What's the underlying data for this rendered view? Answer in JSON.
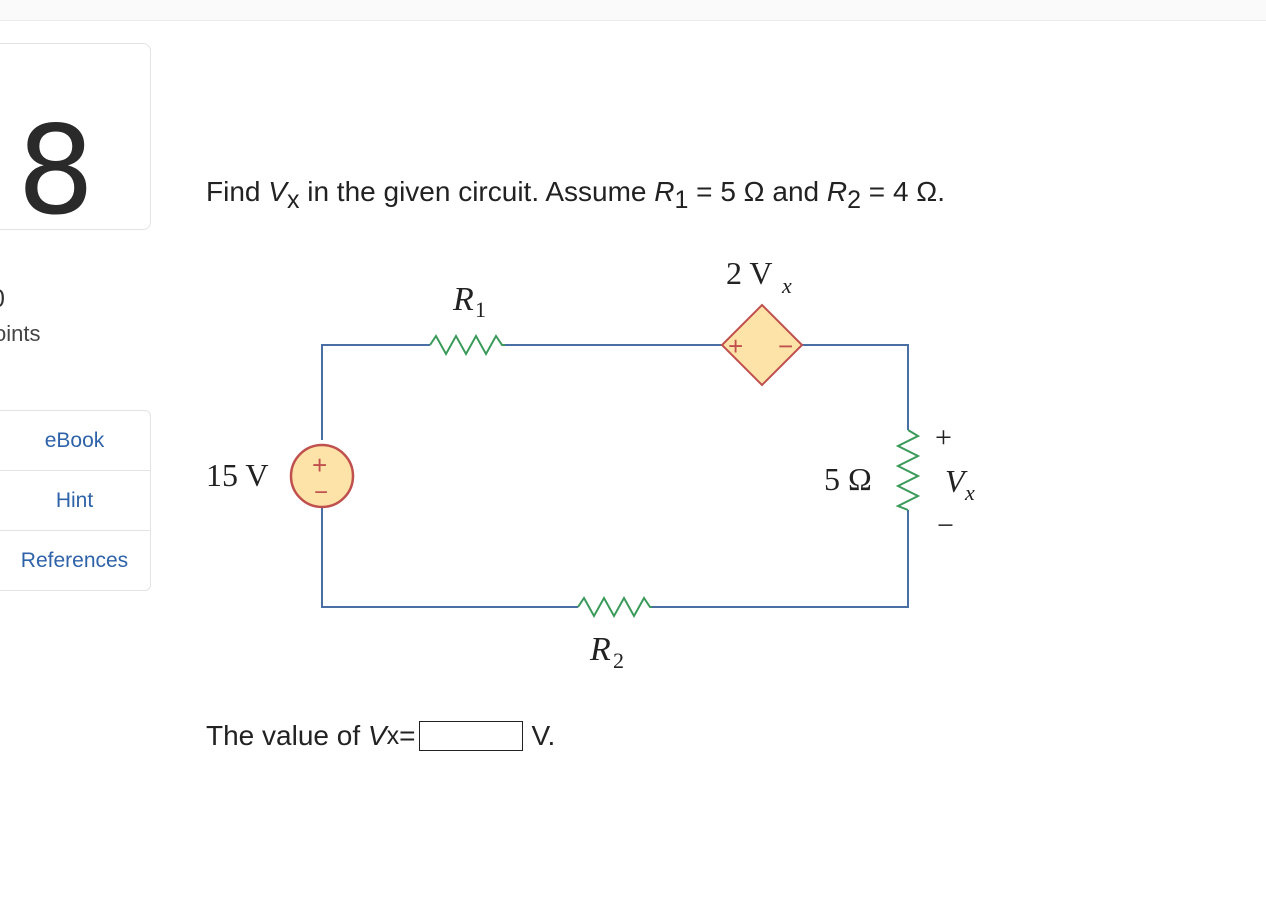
{
  "question_card": {
    "number": "8"
  },
  "points": {
    "value": "0",
    "label": "oints"
  },
  "resources": {
    "items": [
      {
        "label": "eBook"
      },
      {
        "label": "Hint"
      },
      {
        "label": "References"
      }
    ]
  },
  "question": {
    "prefix": "Find",
    "var": "V",
    "var_sub": "x",
    "mid": " in the given circuit. Assume",
    "r1": "R",
    "r1_sub": "1",
    "r1_value": " = 5 Ω and",
    "r2": "R",
    "r2_sub": "2",
    "r2_value": " = 4 Ω."
  },
  "circuit": {
    "source_label": "15 V",
    "source_plus": "+",
    "source_minus": "−",
    "r1_label": "R",
    "r1_sub": "1",
    "r2_label": "R",
    "r2_sub": "2",
    "dep_source_label": "2 V",
    "dep_source_sub": "x",
    "dep_plus": "+",
    "dep_minus": "−",
    "resistor_5_label": "5 Ω",
    "vx_plus": "+",
    "vx_label": "V",
    "vx_sub": "x",
    "vx_minus": "−",
    "wire_color": "#4a6fa5",
    "resistor_color": "#3a9a5a",
    "source_fill": "#fde3a7",
    "source_stroke": "#c0504d"
  },
  "answer": {
    "prefix": "The value of",
    "var": "V",
    "var_sub": "x",
    "equals": " =",
    "input_value": "",
    "unit": "V."
  }
}
